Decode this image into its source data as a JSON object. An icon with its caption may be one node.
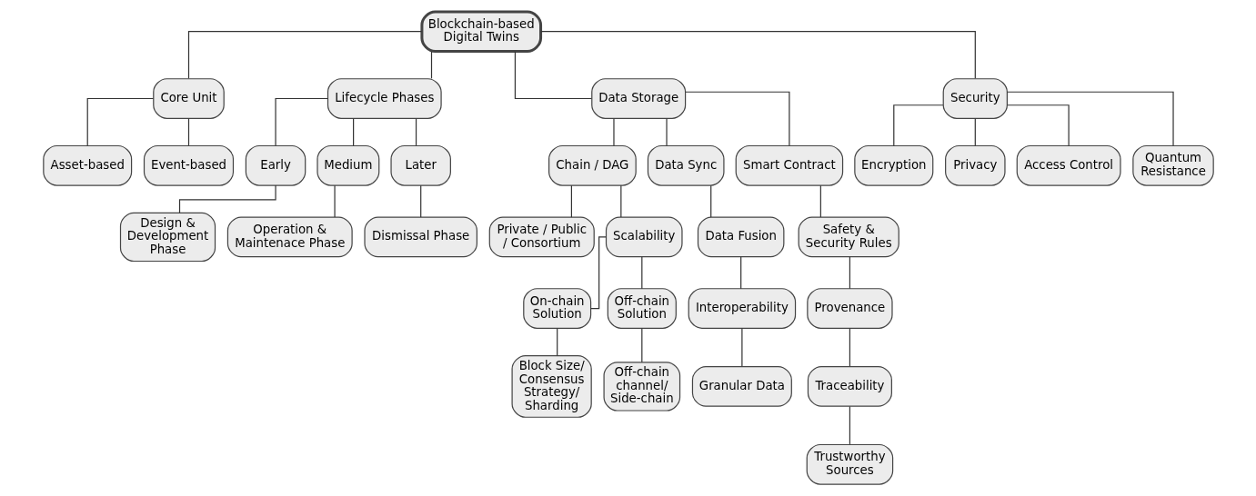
{
  "diagram": {
    "nodes": [
      {
        "text": [
          "Blockchain-based Digital Twins"
        ]
      },
      {
        "text": [
          "Core Unit"
        ]
      },
      {
        "text": [
          "Lifecycle Phases"
        ]
      },
      {
        "text": [
          "Data Storage"
        ]
      },
      {
        "text": [
          "Security"
        ]
      },
      {
        "text": [
          "Asset-based"
        ]
      },
      {
        "text": [
          "Event-based"
        ]
      },
      {
        "text": [
          "Early"
        ]
      },
      {
        "text": [
          "Medium"
        ]
      },
      {
        "text": [
          "Later"
        ]
      },
      {
        "text": [
          "Design & Development Phase"
        ]
      },
      {
        "text": [
          "Operation & Maintenace Phase"
        ]
      },
      {
        "text": [
          "Dismissal Phase"
        ]
      },
      {
        "text": [
          "Chain / DAG"
        ]
      },
      {
        "text": [
          "Data Sync"
        ]
      },
      {
        "text": [
          "Smart Contract"
        ]
      },
      {
        "text": [
          "Private / Public / Consortium"
        ]
      },
      {
        "text": [
          "Scalability"
        ]
      },
      {
        "text": [
          "On-chain Solution"
        ]
      },
      {
        "text": [
          "Off-chain Solution"
        ]
      },
      {
        "text": [
          "Block Size/ Consensus Strategy/ Sharding"
        ]
      },
      {
        "text": [
          "Off-chain channel/ Side-chain"
        ]
      },
      {
        "text": [
          "Data Fusion"
        ]
      },
      {
        "text": [
          "Interoperability"
        ]
      },
      {
        "text": [
          "Granular Data"
        ]
      },
      {
        "text": [
          "Safety & Security Rules"
        ]
      },
      {
        "text": [
          "Provenance"
        ]
      },
      {
        "text": [
          "Traceability"
        ]
      },
      {
        "text": [
          "Trustworthy Sources"
        ]
      },
      {
        "text": [
          "Encryption"
        ]
      },
      {
        "text": [
          "Privacy"
        ]
      },
      {
        "text": [
          "Access Control"
        ]
      },
      {
        "text": [
          "Quantum Resistance"
        ]
      }
    ],
    "edges": [
      {
        "from": 0,
        "to": 1,
        "arrow": "none"
      },
      {
        "from": 0,
        "to": 2,
        "arrow": "none"
      },
      {
        "from": 0,
        "to": 3,
        "arrow": "none"
      },
      {
        "from": 0,
        "to": 4,
        "arrow": "none"
      },
      {
        "from": 1,
        "to": 5,
        "arrow": "none"
      },
      {
        "from": 1,
        "to": 6,
        "arrow": "none"
      },
      {
        "from": 2,
        "to": 7,
        "arrow": "none"
      },
      {
        "from": 2,
        "to": 8,
        "arrow": "none"
      },
      {
        "from": 2,
        "to": 9,
        "arrow": "none"
      },
      {
        "from": 7,
        "to": 10,
        "arrow": "none"
      },
      {
        "from": 8,
        "to": 11,
        "arrow": "none"
      },
      {
        "from": 9,
        "to": 12,
        "arrow": "none"
      },
      {
        "from": 3,
        "to": 13,
        "arrow": "none"
      },
      {
        "from": 3,
        "to": 14,
        "arrow": "none"
      },
      {
        "from": 3,
        "to": 15,
        "arrow": "none"
      },
      {
        "from": 13,
        "to": 16,
        "arrow": "none"
      },
      {
        "from": 13,
        "to": 17,
        "arrow": "none"
      },
      {
        "from": 17,
        "to": 18,
        "arrow": "none"
      },
      {
        "from": 17,
        "to": 19,
        "arrow": "none"
      },
      {
        "from": 18,
        "to": 20,
        "arrow": "none"
      },
      {
        "from": 19,
        "to": 21,
        "arrow": "none"
      },
      {
        "from": 14,
        "to": 22,
        "arrow": "none"
      },
      {
        "from": 22,
        "to": 23,
        "arrow": "none"
      },
      {
        "from": 23,
        "to": 24,
        "arrow": "none"
      },
      {
        "from": 15,
        "to": 25,
        "arrow": "none"
      },
      {
        "from": 25,
        "to": 26,
        "arrow": "none"
      },
      {
        "from": 26,
        "to": 27,
        "arrow": "none"
      },
      {
        "from": 27,
        "to": 28,
        "arrow": "none"
      },
      {
        "from": 4,
        "to": 29,
        "arrow": "none"
      },
      {
        "from": 4,
        "to": 30,
        "arrow": "none"
      },
      {
        "from": 4,
        "to": 31,
        "arrow": "none"
      },
      {
        "from": 4,
        "to": 32,
        "arrow": "none"
      }
    ]
  }
}
